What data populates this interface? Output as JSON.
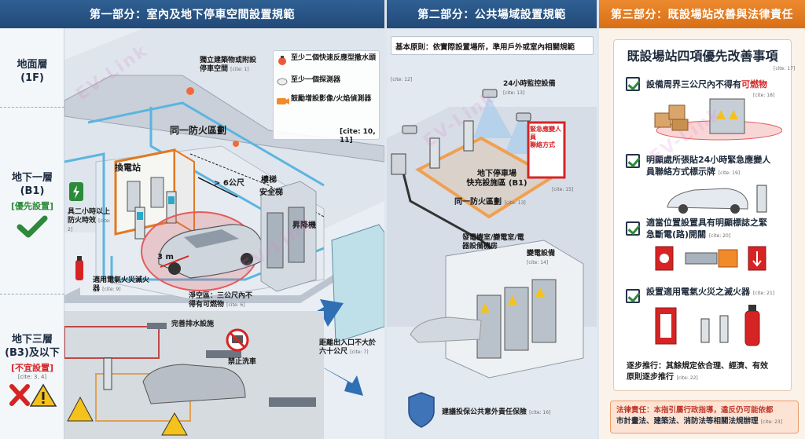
{
  "headers": {
    "part1": "第一部分：室內及地下停車空間設置規範",
    "part2": "第二部分：公共場域設置規範",
    "part3": "第三部分：既設場站改善與法律責任"
  },
  "floors": {
    "f1": {
      "title": "地面層",
      "code": "(1F)"
    },
    "b1": {
      "title": "地下一層",
      "code": "(B1)",
      "note": "[優先設置]"
    },
    "b3": {
      "title": "地下三層",
      "code": "(B3)及以下",
      "note": "[不宜設置]",
      "cite": "[cite: 3, 4]"
    }
  },
  "part1": {
    "indep_building": "獨立建築物或附設停車空間",
    "cite_1": "[cite: 1]",
    "legend": {
      "sprinkler": "至少二個快速反應型撒水頭",
      "detector": "至少一個探測器",
      "camera": "鼓勵增設影像/火焰偵測器",
      "cite": "[cite: 10, 11]"
    },
    "battery_station": "換電站",
    "same_fire_zone": "同一防火區劃",
    "distance_6m": "> 6公尺",
    "stair_label": "樓梯",
    "safety_stair": "安全梯",
    "elevator": "昇降機",
    "two_hours": "具二小時以上防火時效",
    "cite_2": "[cite: 2]",
    "extinguisher": "適用電氣火災滅火器",
    "cite_9": "[cite: 9]",
    "clear_zone": "淨空區：三公尺內不得有可燃物",
    "cite_6": "[cite: 6]",
    "three_m": "3 m",
    "drainage": "完善排水設施",
    "no_wash": "禁止洗車",
    "exit_distance": "距離出入口不大於六十公尺",
    "cite_7": "[cite: 7]"
  },
  "part2": {
    "basic_principle": "基本原則：依實際設置場所，準用戶外或室內相關規範",
    "cite_12": "[cite: 12]",
    "cctv": "24小時監控設備",
    "cite_13a": "[cite: 13]",
    "emergency_sign_1": "緊急應變人員",
    "emergency_sign_2": "聯絡方式",
    "cite_15": "[cite: 15]",
    "priority_zone_1": "地下停車場",
    "priority_zone_2": "快充設施區 (B1)",
    "same_fire_zone": "同一防火區劃",
    "cite_13b": "[cite: 13]",
    "power_room": "發電機室/變電室/電器設備機房",
    "substation": "變電設備",
    "cite_14": "[cite: 14]",
    "insurance": "建議投保公共意外責任保險",
    "cite_16": "[cite: 16]"
  },
  "part3": {
    "title": "既設場站四項優先改善事項",
    "cite_17": "[cite: 17]",
    "items": [
      {
        "text1": "設備周界三公尺內不得有",
        "text2": "可燃物",
        "cite": "[cite: 18]"
      },
      {
        "text1": "明顯處所張貼24小時緊急應變人",
        "text2": "員聯絡方式標示牌",
        "cite": "[cite: 19]"
      },
      {
        "text1": "適當位置設置具有明顯標誌之緊",
        "text2": "急斷電(路)開關",
        "cite": "[cite: 20]"
      },
      {
        "text1": "設置適用電氣火災之滅火器",
        "text2": "",
        "cite": "[cite: 21]"
      }
    ],
    "gradual_1": "逐步推行：其餘規定依合理、經濟、有效",
    "gradual_2": "原則逐步推行",
    "cite_22": "[cite: 22]",
    "law_1": "法律責任：本指引屬行政指導，違反仍可能依都",
    "law_2": "市計畫法、建築法、消防法等相關法規辦理",
    "cite_23": "[cite: 23]"
  },
  "colors": {
    "header_blue": "#2f5f93",
    "header_orange": "#e07a22",
    "ok_green": "#2c8a3a",
    "warn_red": "#d62424",
    "pipe_blue": "#5bb5e0",
    "zone_orange": "#f0a050"
  }
}
